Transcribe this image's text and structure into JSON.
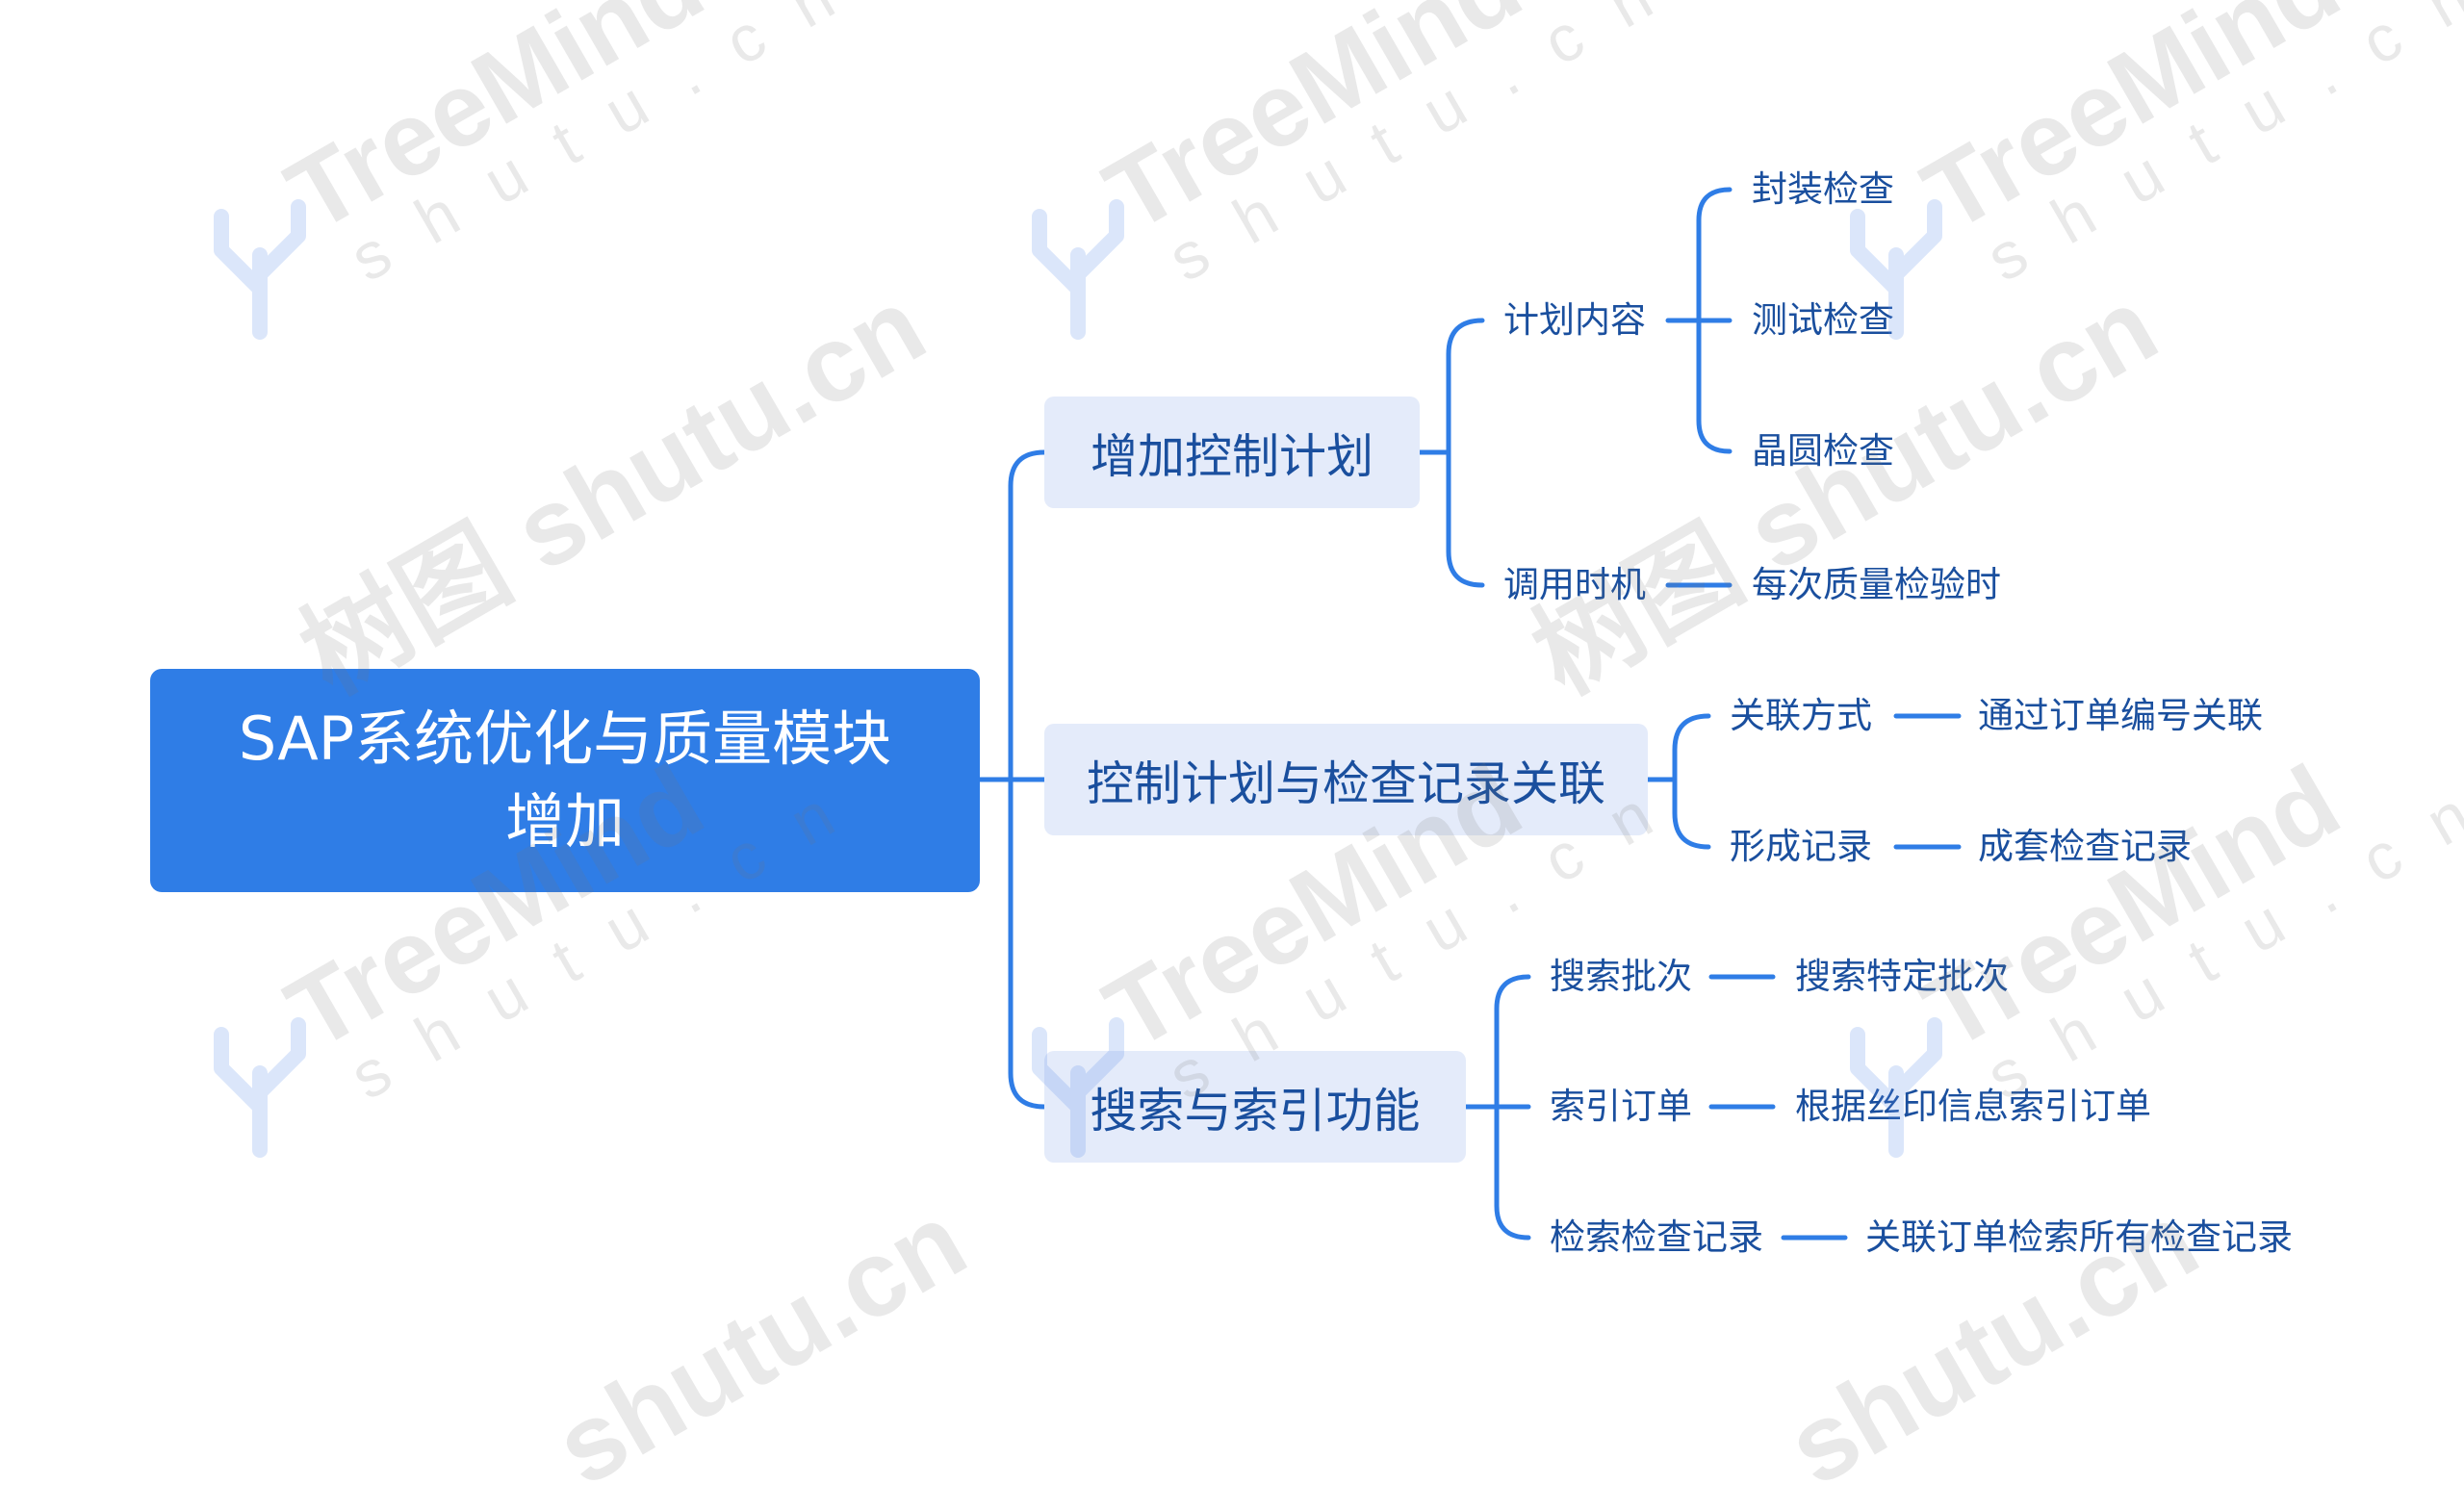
{
  "root": {
    "label": "SAP系统优化与质量模块增加"
  },
  "branches": [
    {
      "label": "增加控制计划",
      "children": [
        {
          "label": "计划内容",
          "children": [
            "封装检查",
            "测试检查",
            "晶圆检查"
          ]
        },
        {
          "label": "调用时机",
          "children": [
            "每次质量检验时"
          ]
        }
      ]
    },
    {
      "label": "控制计划与检查记录关联",
      "children": [
        {
          "label": "关联方式",
          "children": [
            "通过订单编号关联"
          ]
        },
        {
          "label": "形成记录",
          "children": [
            "成套检查记录"
          ]
        }
      ]
    },
    {
      "label": "搜索与索引功能",
      "children": [
        {
          "label": "搜索批次",
          "children": [
            "搜索特定批次"
          ]
        },
        {
          "label": "索引订单",
          "children": [
            "根据丝印信息索引订单"
          ]
        },
        {
          "label": "检索检查记录",
          "children": [
            "关联订单检索所有检查记录"
          ]
        }
      ]
    }
  ],
  "watermark": {
    "brand": "TreeMind",
    "site": "shutu.cn",
    "site_cn": "树图 shutu.cn"
  },
  "colors": {
    "root_bg": "#2f7de6",
    "branch_bg": "#e4ebfa",
    "text": "#1a4f9e",
    "line": "#2f7de6"
  }
}
